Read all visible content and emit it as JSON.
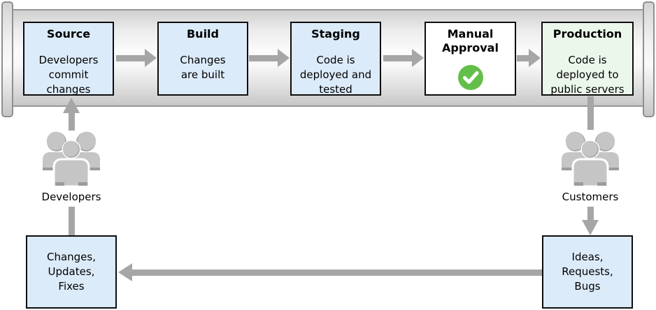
{
  "pipeline": {
    "stages": [
      {
        "title": "Source",
        "body": "Developers\ncommit\nchanges",
        "fill": "#dcebf9"
      },
      {
        "title": "Build",
        "body": "Changes\nare built",
        "fill": "#dcebf9"
      },
      {
        "title": "Staging",
        "body": "Code is\ndeployed and\ntested",
        "fill": "#dcebf9"
      },
      {
        "title": "Manual\nApproval",
        "body": "",
        "fill": "#ffffff",
        "icon": "approval-check"
      },
      {
        "title": "Production",
        "body": "Code is\ndeployed to\npublic servers",
        "fill": "#ecf7ec"
      }
    ]
  },
  "actors": {
    "developers": {
      "label": "Developers"
    },
    "customers": {
      "label": "Customers"
    }
  },
  "feedback": {
    "changes_box": {
      "text": "Changes,\nUpdates,\nFixes",
      "fill": "#dcebf9"
    },
    "ideas_box": {
      "text": "Ideas,\nRequests,\nBugs",
      "fill": "#dcebf9"
    }
  },
  "colors": {
    "stage_fill_blue": "#dcebf9",
    "production_fill_green": "#ecf7ec",
    "approval_fill_white": "#ffffff",
    "box_border_black": "#0d0d0d",
    "arrow_gray": "#a6a6a6",
    "check_green": "#64bf4a",
    "people_icon_gray": "#c5c5c5",
    "pipe_border_gray": "#8f8f8f"
  }
}
